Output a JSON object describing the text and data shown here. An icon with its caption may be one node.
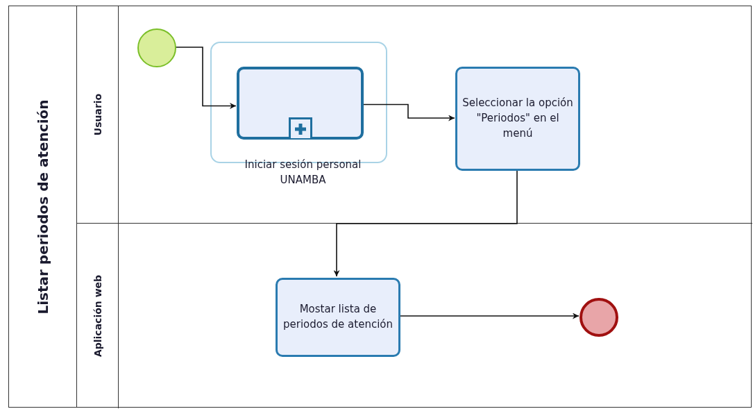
{
  "diagram": {
    "nodes": [
      {
        "text": [
          "Listar periodos de atención"
        ]
      },
      {
        "text": [
          "Usuario"
        ],
        "in": 0
      },
      {
        "text": [
          "Aplicación web"
        ],
        "in": 0
      },
      {
        "text": [],
        "shape": "circle",
        "in": 1
      },
      {
        "text": [
          "Iniciar sesión personal UNAMBA"
        ],
        "in": 1
      },
      {
        "text": [
          "Seleccionar la opción \"Periodos\" en el menú"
        ],
        "in": 1
      },
      {
        "text": [
          "Mostar lista de periodos de atención"
        ],
        "in": 2
      },
      {
        "text": [],
        "shape": "circle",
        "in": 2
      }
    ],
    "edges": [
      {
        "from": 3,
        "to": 4,
        "arrow": "to"
      },
      {
        "from": 4,
        "to": 5,
        "arrow": "to"
      },
      {
        "from": 5,
        "to": 6,
        "arrow": "to"
      },
      {
        "from": 6,
        "to": 7,
        "arrow": "to"
      }
    ]
  }
}
